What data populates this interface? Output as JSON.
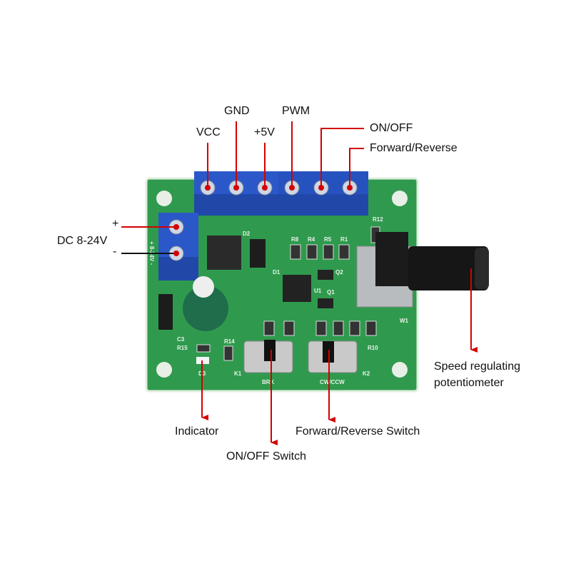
{
  "callouts": {
    "gnd": "GND",
    "vcc": "VCC",
    "plus5v": "+5V",
    "pwm": "PWM",
    "onoff": "ON/OFF",
    "fwd_rev": "Forward/Reverse",
    "dc_plus": "+",
    "dc_label": "DC 8-24V",
    "dc_minus": "-",
    "indicator": "Indicator",
    "onoff_switch": "ON/OFF Switch",
    "fwd_rev_switch": "Forward/Reverse Switch",
    "pot_line1": "Speed regulating",
    "pot_line2": "potentiometer"
  },
  "silkscreen": {
    "r12": "R12",
    "r8": "R8",
    "r4": "R4",
    "r5": "R5",
    "r1": "R1",
    "d2": "D2",
    "d1": "D1",
    "q2": "Q2",
    "q1": "Q1",
    "u1": "U1",
    "c3": "C3",
    "r15": "R15",
    "r14": "R14",
    "k1": "K1",
    "k2": "K2",
    "brk": "BRK",
    "cwccw": "CW/CCW",
    "r10": "R10",
    "w1": "W1",
    "d3": "D3",
    "dc_mark": "+  8-24V  -"
  },
  "colors": {
    "pcb": "#2f9a4e",
    "terminal": "#2b58c9",
    "callout": "#d40000"
  }
}
